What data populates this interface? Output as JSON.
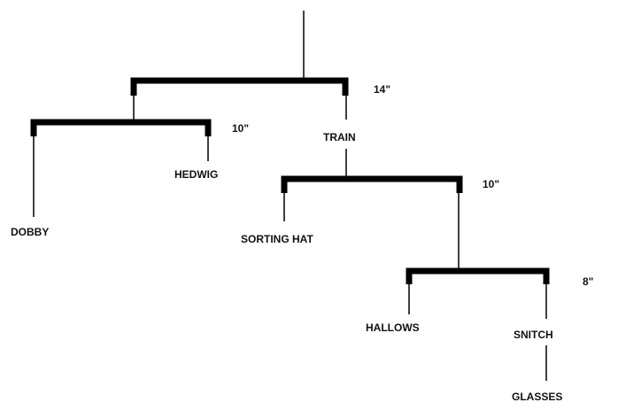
{
  "labels": {
    "dobby": "DOBBY",
    "hedwig": "HEDWIG",
    "train": "TRAIN",
    "sorting_hat": "SORTING HAT",
    "hallows": "HALLOWS",
    "snitch": "SNITCH",
    "glasses": "GLASSES"
  },
  "lengths": {
    "bar_top": "14\"",
    "bar_left": "10\"",
    "bar_middle": "10\"",
    "bar_bottom": "8\""
  },
  "colors": {
    "line": "#000000",
    "text": "#111111"
  }
}
